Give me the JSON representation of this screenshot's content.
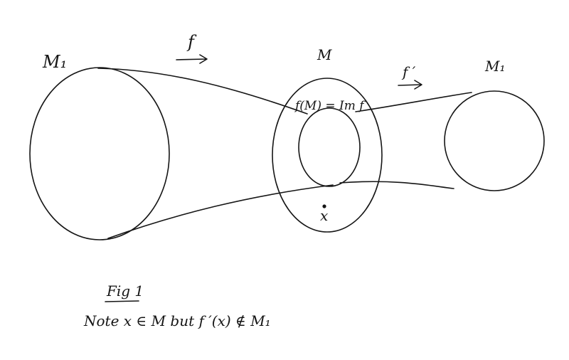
{
  "figure": {
    "label_m1_left": "M₁",
    "label_m": "M",
    "label_m1_right": "M₁",
    "arrow_f": "f",
    "arrow_f_prime": "f ′",
    "image_label": "f(M) = Im f",
    "point_label": "x",
    "caption_title": "Fig 1",
    "caption_note": "Note  x ∈ M   but   f ′(x) ∉ M₁"
  }
}
